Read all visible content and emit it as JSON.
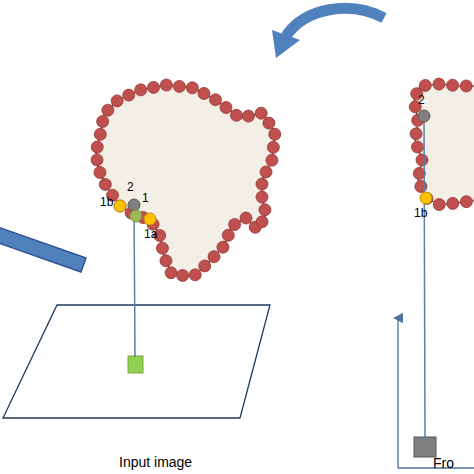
{
  "diagram": {
    "labels": [
      "2",
      "1b",
      "1",
      "1a",
      "Input image",
      "2",
      "1b",
      "Fro"
    ]
  }
}
